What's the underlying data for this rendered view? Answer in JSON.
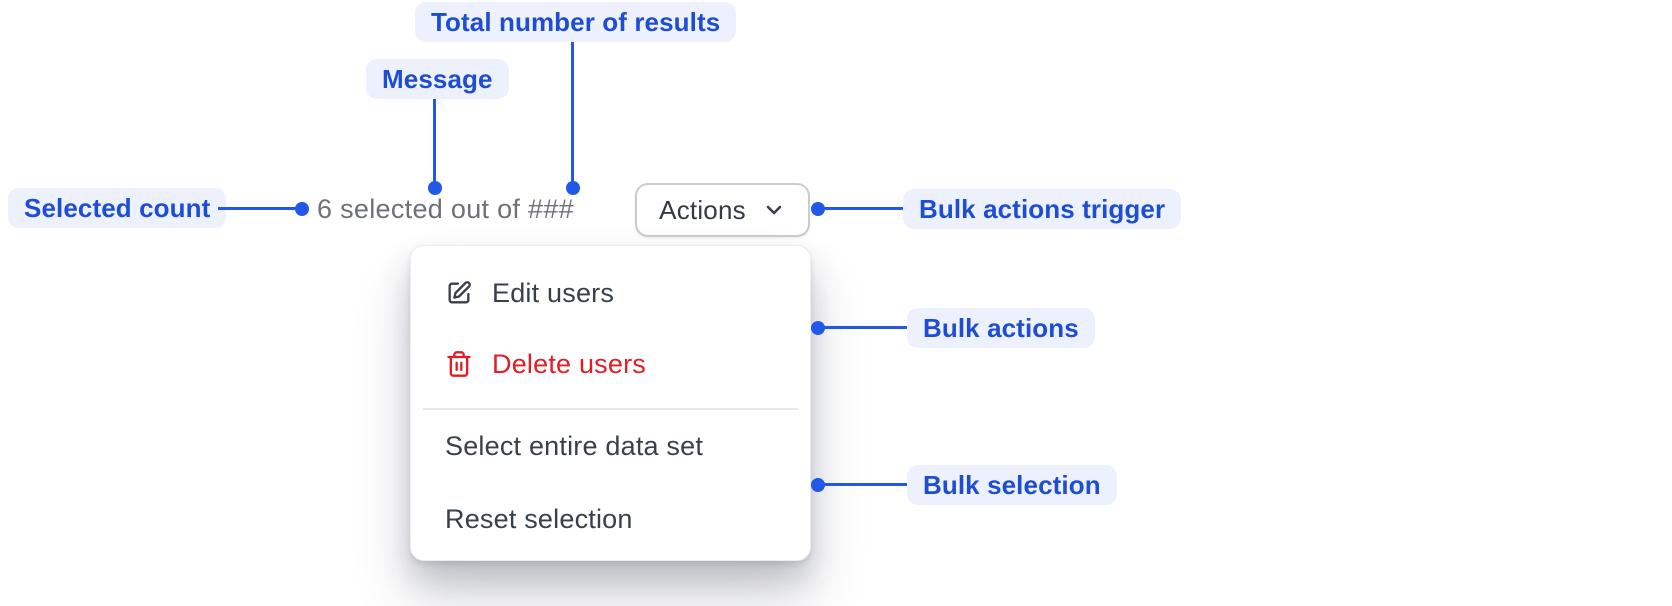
{
  "annotations": {
    "total_results": "Total number of results",
    "message": "Message",
    "selected_count": "Selected count",
    "bulk_actions_trigger": "Bulk actions trigger",
    "bulk_actions": "Bulk actions",
    "bulk_selection": "Bulk selection"
  },
  "toolbar": {
    "selection_message": "6 selected out of ###",
    "actions_button_label": "Actions",
    "actions_button_icon": "chevron-down-icon"
  },
  "menu": {
    "items": [
      {
        "label": "Edit users",
        "icon": "edit-icon",
        "variant": "default"
      },
      {
        "label": "Delete users",
        "icon": "trash-icon",
        "variant": "danger"
      },
      {
        "label": "Select entire data set",
        "icon": "",
        "variant": "default"
      },
      {
        "label": "Reset selection",
        "icon": "",
        "variant": "default"
      }
    ]
  },
  "colors": {
    "annotation_bg": "#edf1fd",
    "annotation_text": "#1e4dd3",
    "connector_blue": "#2158e8",
    "message_gray": "#6e7177",
    "menu_text": "#3a4049",
    "danger_red": "#e11d25",
    "button_border": "#c9cdd3",
    "divider": "#e8e8ea"
  }
}
